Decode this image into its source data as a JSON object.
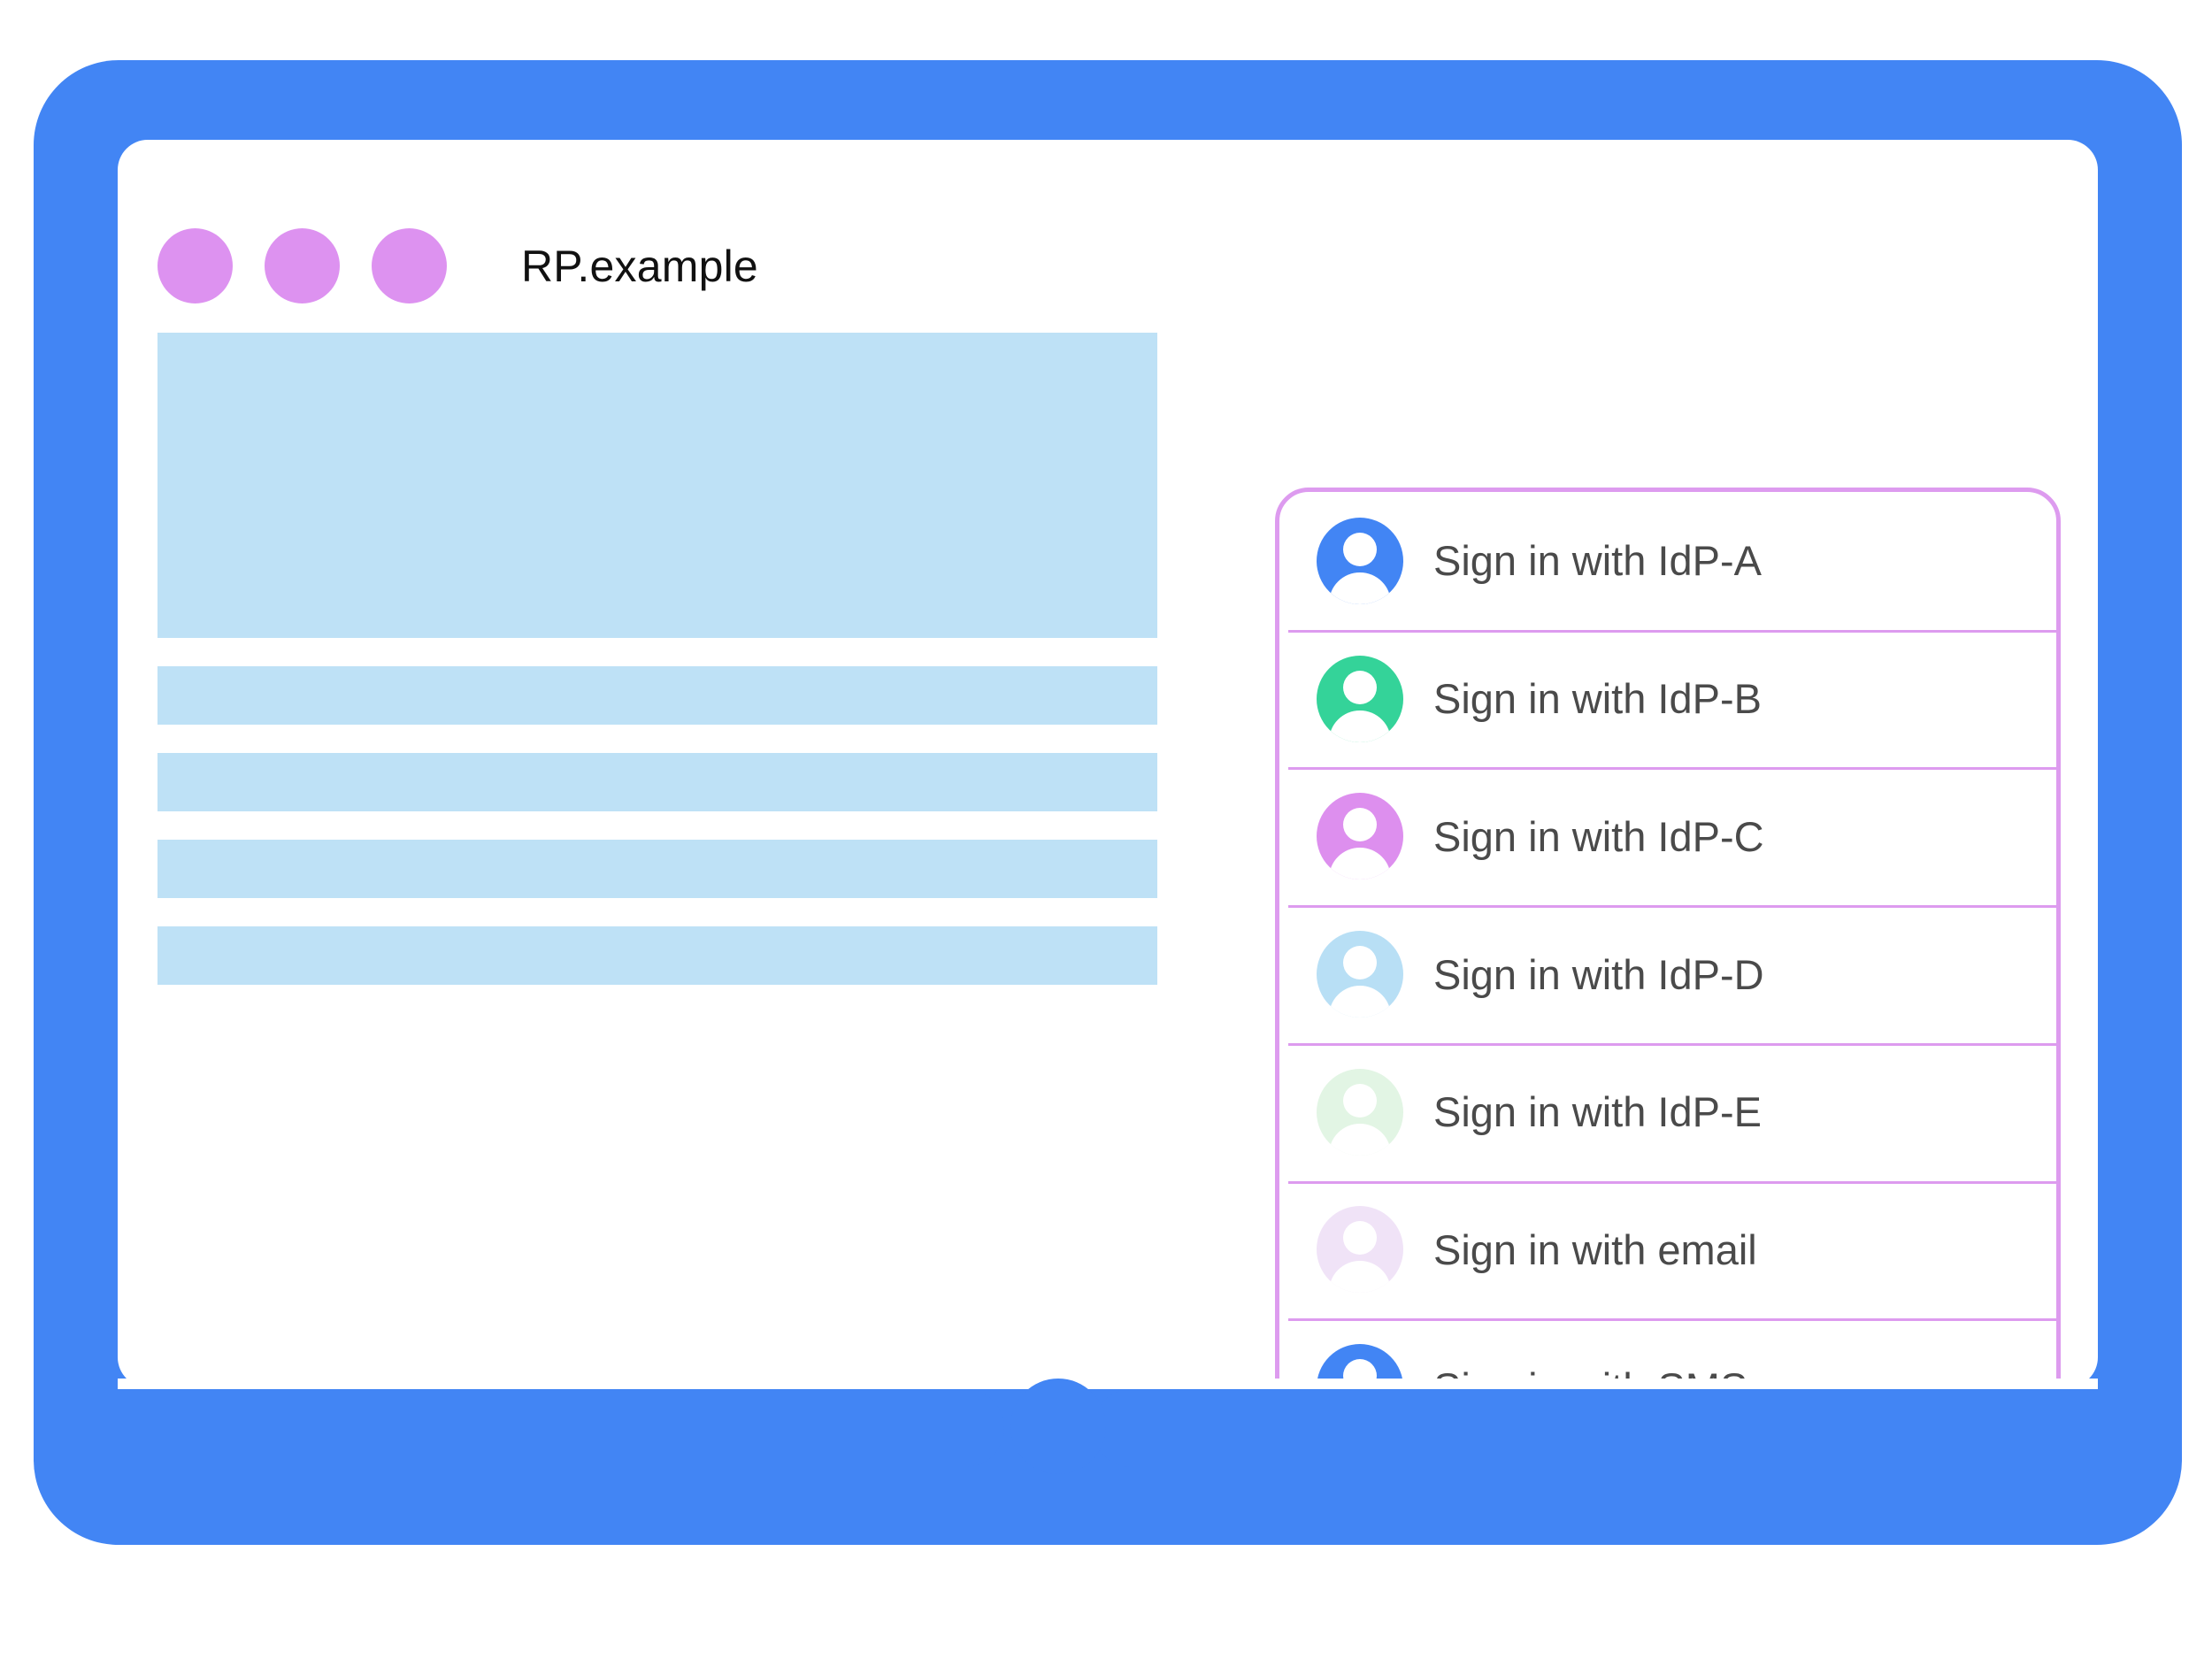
{
  "colors": {
    "frame_blue": "#4285F4",
    "panel_border_purple": "#DD9BEF",
    "titlebar_dot_purple": "#DD92F0",
    "content_placeholder_blue": "#BEE1F6",
    "label_gray": "#4A4A4A",
    "title_black": "#111111"
  },
  "browser": {
    "title": "RP.example",
    "titlebar_dots": [
      "window-dot-1",
      "window-dot-2",
      "window-dot-3"
    ]
  },
  "page_content": {
    "blocks": [
      {
        "name": "hero-placeholder",
        "kind": "hero"
      },
      {
        "name": "text-placeholder-1",
        "kind": "row"
      },
      {
        "name": "text-placeholder-2",
        "kind": "row"
      },
      {
        "name": "text-placeholder-3",
        "kind": "row"
      },
      {
        "name": "text-placeholder-4",
        "kind": "row"
      }
    ]
  },
  "signin_panel": {
    "items": [
      {
        "label": "Sign in with IdP-A",
        "icon": "account-avatar-icon",
        "avatar_color": "#4285F4"
      },
      {
        "label": "Sign in with IdP-B",
        "icon": "account-avatar-icon",
        "avatar_color": "#34D399"
      },
      {
        "label": "Sign in with IdP-C",
        "icon": "account-avatar-icon",
        "avatar_color": "#DD8FEE"
      },
      {
        "label": "Sign in with IdP-D",
        "icon": "account-avatar-icon",
        "avatar_color": "#B8DFF5"
      },
      {
        "label": "Sign in with IdP-E",
        "icon": "account-avatar-icon",
        "avatar_color": "#E2F5E4"
      },
      {
        "label": "Sign in with email",
        "icon": "account-avatar-icon",
        "avatar_color": "#F0E3F7"
      },
      {
        "label": "Sign in with SMS",
        "icon": "account-avatar-icon",
        "avatar_color": "#4285F4"
      }
    ]
  },
  "device": {
    "home_button": "home-button"
  }
}
